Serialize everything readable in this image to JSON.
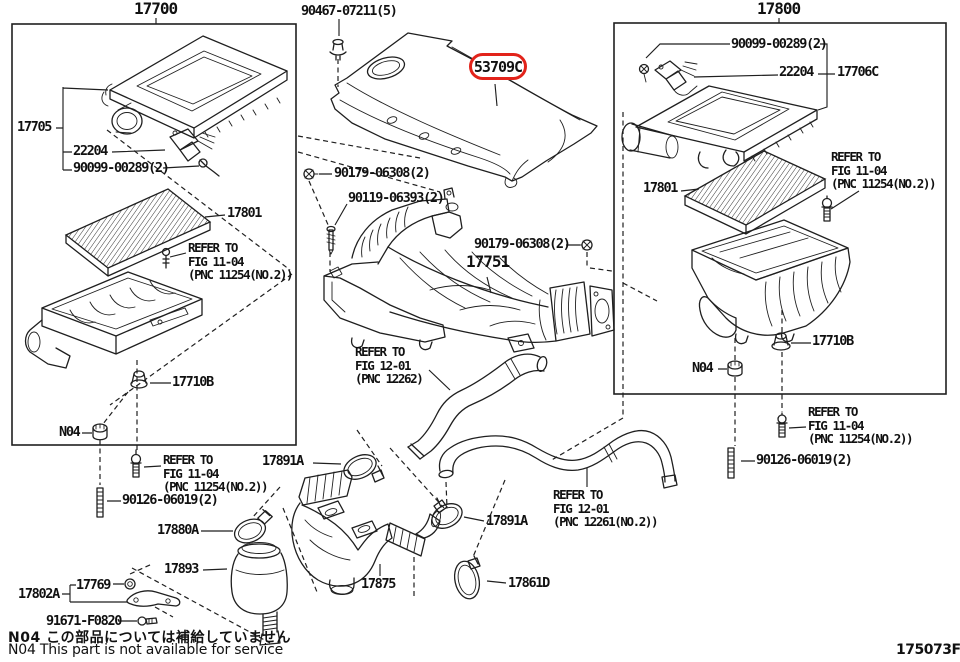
{
  "diagram": {
    "code": "175073F",
    "highlighted_part": "53709C",
    "colors": {
      "line": "#1f1f1f",
      "highlight": "#e2231a",
      "background": "#ffffff"
    }
  },
  "labels": {
    "box_left_title": "17700",
    "box_right_title": "17800",
    "p17705": "17705",
    "p22204_left": "22204",
    "p90099_left": "90099-00289(2)",
    "p17801_left": "17801",
    "p17710b_left": "17710B",
    "n04_left": "N04",
    "p90126_left": "90126-06019(2)",
    "p17880a": "17880A",
    "p17893": "17893",
    "p17769": "17769",
    "p17802a": "17802A",
    "p91671": "91671-F0820",
    "p90467": "90467-07211(5)",
    "p53709c": "53709C",
    "p90179_left": "90179-06308(2)",
    "p90119": "90119-06393(2)",
    "p90179_right": "90179-06308(2)",
    "p17751": "17751",
    "p17891a_left": "17891A",
    "p17891a_right": "17891A",
    "p17875": "17875",
    "p17861d": "17861D",
    "p90099_right": "90099-00289(2)",
    "p22204_right": "22204",
    "p17706c": "17706C",
    "p17801_right": "17801",
    "p17710b_right": "17710B",
    "n04_right": "N04",
    "p90126_right": "90126-06019(2)"
  },
  "refer_blocks": {
    "fig1104_left_upper": {
      "line1": "REFER TO",
      "line2": "FIG 11-04",
      "line3": "(PNC 11254(NO.2))"
    },
    "fig1104_left_lower": {
      "line1": "REFER TO",
      "line2": "FIG 11-04",
      "line3": "(PNC 11254(NO.2))"
    },
    "fig1201_left": {
      "line1": "REFER TO",
      "line2": "FIG 12-01",
      "line3": "(PNC 12262)"
    },
    "fig1201_right": {
      "line1": "REFER TO",
      "line2": "FIG 12-01",
      "line3": "(PNC 12261(NO.2))"
    },
    "fig1104_right_upper": {
      "line1": "REFER TO",
      "line2": "FIG 11-04",
      "line3": "(PNC 11254(NO.2))"
    },
    "fig1104_right_lower": {
      "line1": "REFER TO",
      "line2": "FIG 11-04",
      "line3": "(PNC 11254(NO.2))"
    }
  },
  "notes": {
    "japanese": "N04 この部品については補給していません",
    "english": "N04 This part is not available for service"
  }
}
